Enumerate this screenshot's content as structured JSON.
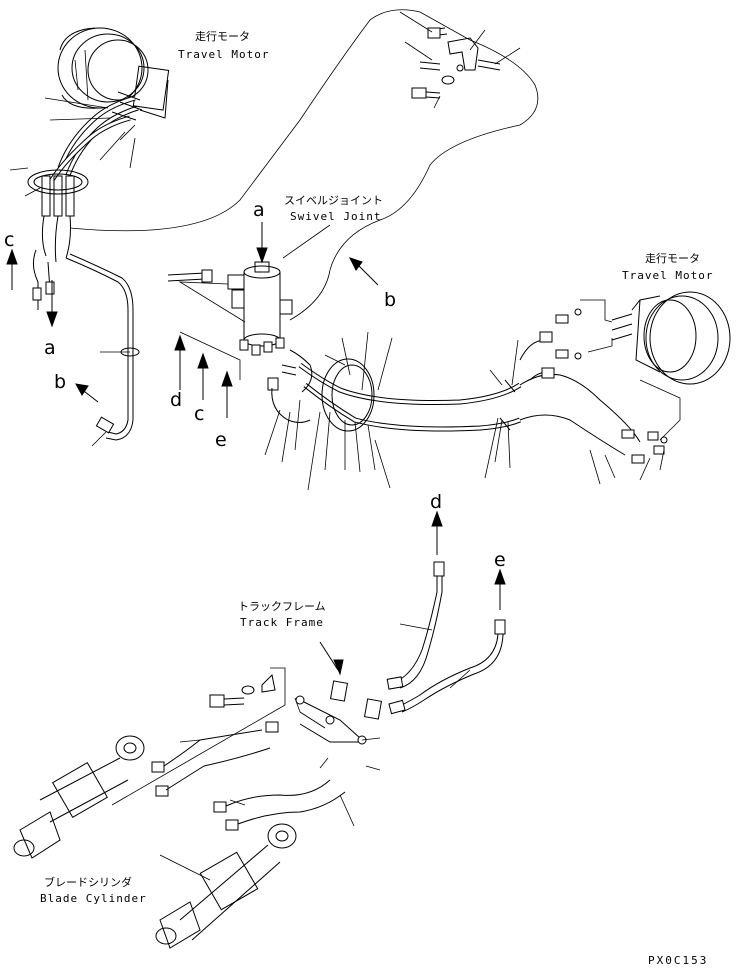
{
  "labels": {
    "travel_motor_left_jp": "走行モータ",
    "travel_motor_left_en": "Travel Motor",
    "travel_motor_right_jp": "走行モータ",
    "travel_motor_right_en": "Travel Motor",
    "swivel_joint_jp": "スイベルジョイント",
    "swivel_joint_en": "Swivel Joint",
    "track_frame_jp": "トラックフレーム",
    "track_frame_en": "Track Frame",
    "blade_cylinder_jp": "ブレードシリンダ",
    "blade_cylinder_en": "Blade Cylinder"
  },
  "refs": {
    "a_top": "a",
    "a_left": "a",
    "b_mid": "b",
    "b_left": "b",
    "c_left": "c",
    "c_mid": "c",
    "d_mid": "d",
    "d_bottom": "d",
    "e_mid": "e",
    "e_bottom": "e"
  },
  "drawing_code": "PX0C153"
}
